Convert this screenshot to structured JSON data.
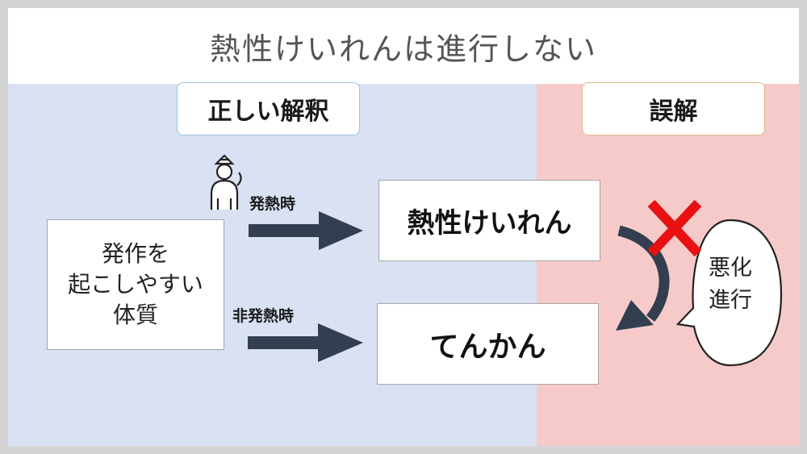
{
  "title": "熱性けいれんは進行しない",
  "headers": {
    "correct": "正しい解釈",
    "wrong": "誤解"
  },
  "condition_box": {
    "line1": "発作を",
    "line2": "起こしやすい",
    "line3": "体質"
  },
  "arrows": {
    "fever_label": "発熱時",
    "no_fever_label": "非発熱時"
  },
  "outcomes": {
    "febrile_seizure": "熱性けいれん",
    "epilepsy": "てんかん"
  },
  "misconception_bubble": {
    "line1": "悪化",
    "line2": "進行"
  },
  "colors": {
    "left_panel": "#d9e1f2",
    "right_panel": "#f7caca",
    "arrow": "#333f50",
    "cross": "#e81010"
  },
  "icons": {
    "person": "feverish-person-icon",
    "cross": "cross-mark-icon"
  }
}
